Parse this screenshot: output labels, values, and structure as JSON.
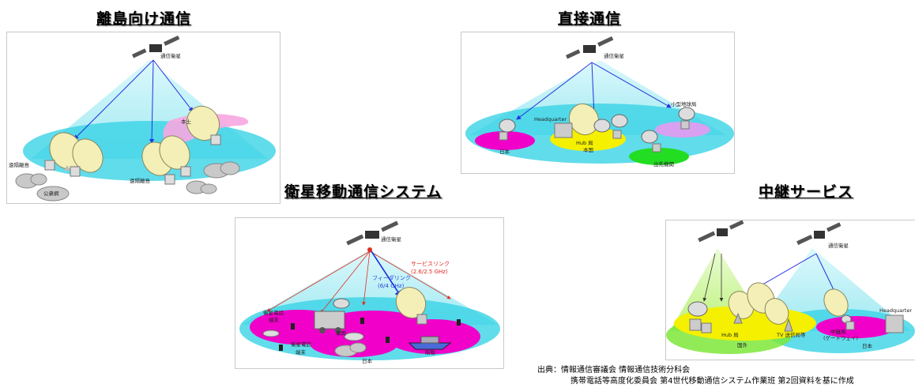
{
  "panels": {
    "remote_island": {
      "title": "離島向け通信",
      "satellite": "通信衛星",
      "mainland": "本土",
      "remote_island_left": "遠隔離島",
      "remote_island_center": "遠隔離島",
      "public_network": "公衆網"
    },
    "direct": {
      "title": "直接通信",
      "satellite": "通信衛星",
      "headquarter": "Headquarter",
      "small_earth_station": "小型地球局",
      "japan": "日本",
      "hub_station": "Hub 局",
      "home_country": "本国",
      "overseas_office": "出先機関"
    },
    "mobile": {
      "title": "衛星移動通信システム",
      "satellite": "通信衛星",
      "service_link": "サービスリンク",
      "service_band": "(2.6/2.5 GHz)",
      "feeder_link": "フィーダリンク",
      "feeder_band": "(6/4 GHz)",
      "terminal_1_a": "衛星電話",
      "terminal_1_b": "端末",
      "vehicle": "車両",
      "terminal_2_a": "衛星電話",
      "terminal_2_b": "端末",
      "japan": "日本",
      "ship": "船舶"
    },
    "relay": {
      "title": "中継サービス",
      "satellite": "通信衛星",
      "headquarter": "Headquarter",
      "hub_station": "Hub 局",
      "tv_station": "TV 送信局等",
      "relay_station": "中継局",
      "gateway": "(ゲートウェイ)",
      "overseas": "国外",
      "japan": "日本"
    }
  },
  "source": {
    "line1": "出典：情報通信審議会 情報通信技術分科会",
    "line2": "携帯電話等高度化委員会 第4世代移動通信システム作業班 第2回資料を基に作成"
  },
  "colors": {
    "beam": "#8fe6f0",
    "ellipse": "#3ad3e6",
    "magenta": "#f000c8",
    "yellow": "#f4f000",
    "green": "#22dd22",
    "violet": "#d8a0f0",
    "arrow_blue": "#2233dd",
    "arrow_red": "#e03020"
  }
}
